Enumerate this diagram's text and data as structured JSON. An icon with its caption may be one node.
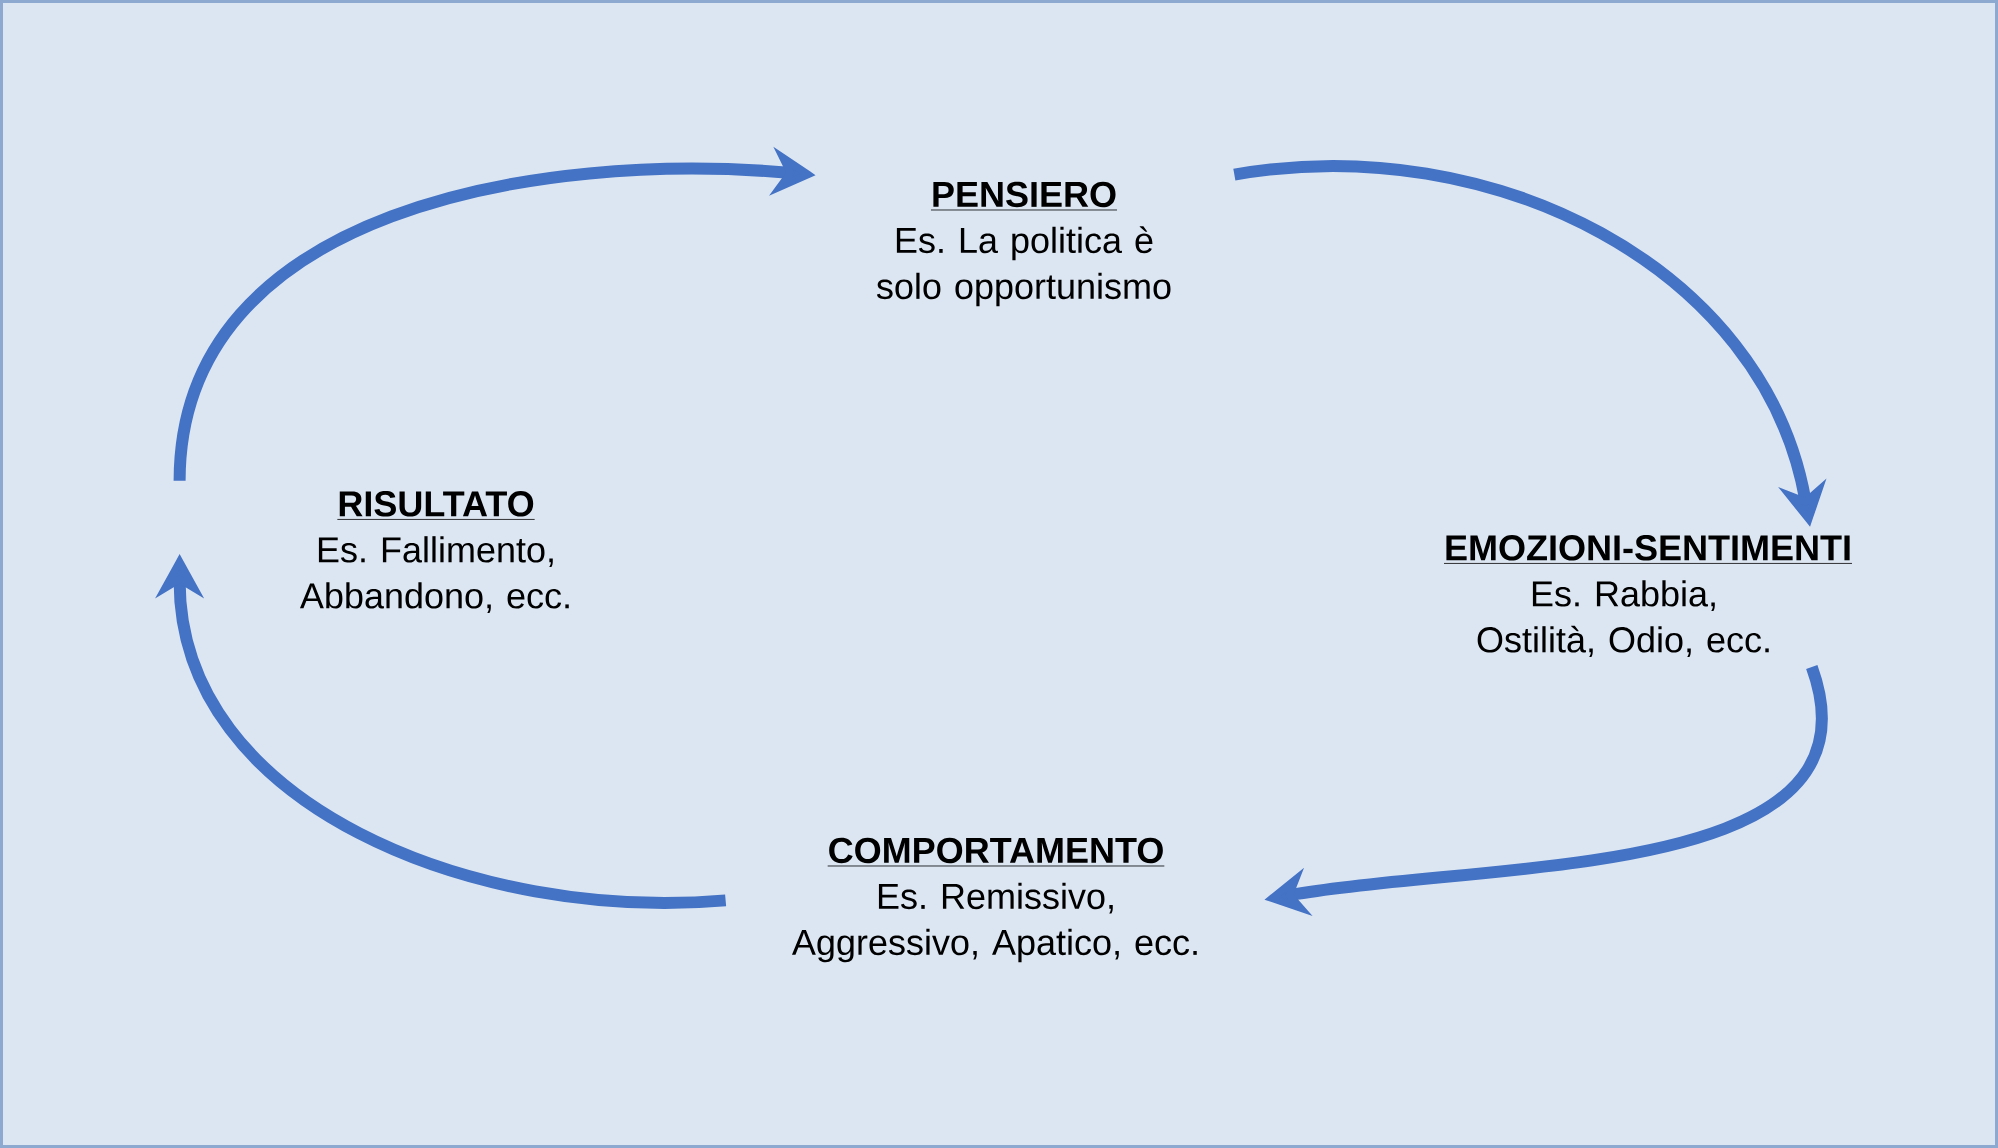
{
  "diagram": {
    "nodes": [
      {
        "text": [
          "PENSIERO",
          "Es. La politica è solo opportunismo"
        ]
      },
      {
        "text": [
          "EMOZIONI-SENTIMENTI",
          "Es. Rabbia, Ostilità, Odio, ecc."
        ]
      },
      {
        "text": [
          "COMPORTAMENTO",
          "Es. Remissivo, Aggressivo, Apatico, ecc."
        ]
      },
      {
        "text": [
          "RISULTATO",
          "Es. Fallimento, Abbandono, ecc."
        ]
      }
    ],
    "edges": [
      {
        "from": 0,
        "to": 1,
        "arrow": "to"
      },
      {
        "from": 1,
        "to": 2,
        "arrow": "to"
      },
      {
        "from": 2,
        "to": 3,
        "arrow": "to"
      },
      {
        "from": 3,
        "to": 0,
        "arrow": "to"
      }
    ]
  }
}
